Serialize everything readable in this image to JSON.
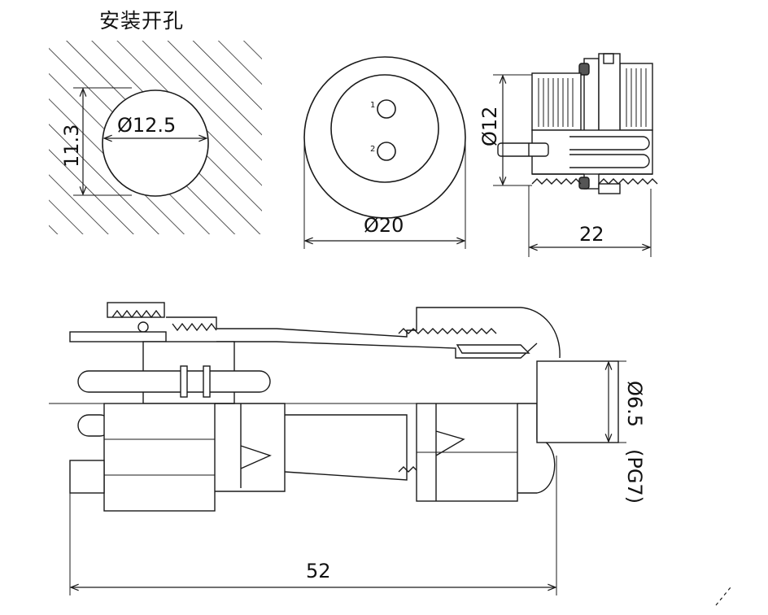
{
  "title": "安装开孔",
  "panel_cutout": {
    "diameter_label": "Ø12.5",
    "flat_label": "11.3"
  },
  "front_view": {
    "diameter_label": "Ø20",
    "pins": [
      "1",
      "2"
    ]
  },
  "side_view": {
    "thread_label": "Ø12",
    "length_label": "22"
  },
  "plug_view": {
    "cable_label": "Ø6.5",
    "gland_label": "(PG7)",
    "length_label": "52"
  },
  "colors": {
    "line": "#1a1a1a",
    "hatch": "#2a2a2a",
    "background": "#ffffff",
    "seal": "#555555"
  }
}
